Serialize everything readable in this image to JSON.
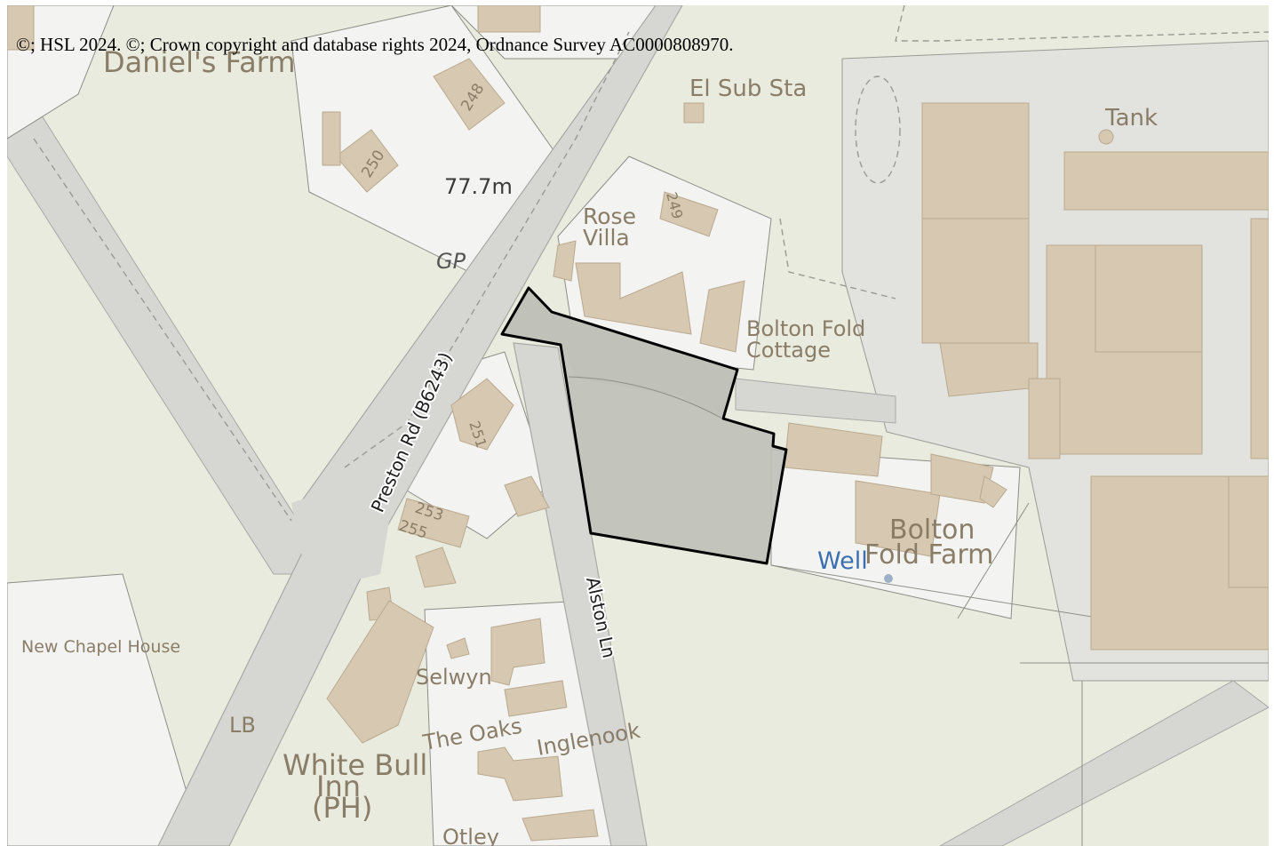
{
  "attribution": "©; HSL 2024. ©; Crown copyright and database rights 2024, Ordnance Survey AC0000808970.",
  "map": {
    "labels": {
      "daniels_farm": "Daniel's Farm",
      "el_sub_sta": "El Sub Sta",
      "tank": "Tank",
      "house_248": "248",
      "house_250": "250",
      "spot_height": "77.7m",
      "rose": "Rose",
      "villa": "Villa",
      "house_249": "249",
      "gp": "GP",
      "bolton_fold": "Bolton Fold",
      "cottage": "Cottage",
      "preston_rd": "Preston Rd (B6243)",
      "house_251": "251",
      "house_253": "253",
      "house_255": "255",
      "alston_ln": "Alston Ln",
      "bolton": "Bolton",
      "fold_farm": "Fold Farm",
      "well": "Well",
      "new_chapel_house": "New Chapel House",
      "selwyn": "Selwyn",
      "lb": "LB",
      "the_oaks": "The Oaks",
      "inglenook": "Inglenook",
      "white_bull": "White Bull",
      "inn": "Inn",
      "ph": "(PH)",
      "otley": "Otley"
    },
    "colors": {
      "background": "#e9ebdf",
      "road": "#d6d6d3",
      "building": "#d6c8b1",
      "site_fill": "#bfc0b8",
      "site_outline": "#000000"
    }
  }
}
